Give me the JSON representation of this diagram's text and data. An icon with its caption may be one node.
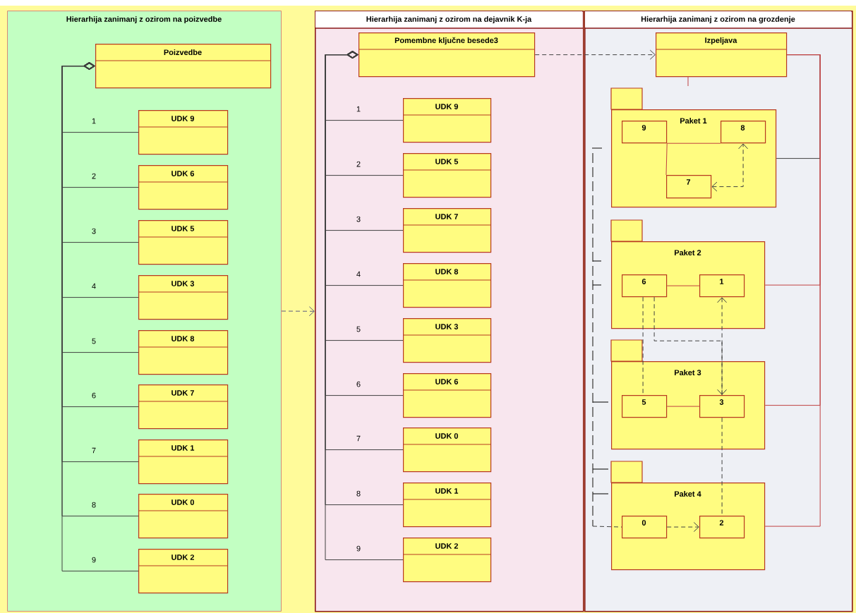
{
  "diagram": {
    "nodes": [
      {
        "text": [
          "Hierarhija zanimanj z ozirom na poizvedbe"
        ]
      },
      {
        "text": [
          "Poizvedbe"
        ],
        "in": 0
      },
      {
        "text": [
          "UDK 9"
        ],
        "in": 0
      },
      {
        "text": [
          "UDK 6"
        ],
        "in": 0
      },
      {
        "text": [
          "UDK 5"
        ],
        "in": 0
      },
      {
        "text": [
          "UDK 3"
        ],
        "in": 0
      },
      {
        "text": [
          "UDK 8"
        ],
        "in": 0
      },
      {
        "text": [
          "UDK 7"
        ],
        "in": 0
      },
      {
        "text": [
          "UDK 1"
        ],
        "in": 0
      },
      {
        "text": [
          "UDK 0"
        ],
        "in": 0
      },
      {
        "text": [
          "UDK 2"
        ],
        "in": 0
      },
      {
        "text": [
          "Hierarhija zanimanj z ozirom na dejavnik K-ja"
        ]
      },
      {
        "text": [
          "Pomembne ključne besede3"
        ],
        "in": 11
      },
      {
        "text": [
          "UDK 9"
        ],
        "in": 11
      },
      {
        "text": [
          "UDK 5"
        ],
        "in": 11
      },
      {
        "text": [
          "UDK 7"
        ],
        "in": 11
      },
      {
        "text": [
          "UDK 8"
        ],
        "in": 11
      },
      {
        "text": [
          "UDK 3"
        ],
        "in": 11
      },
      {
        "text": [
          "UDK 6"
        ],
        "in": 11
      },
      {
        "text": [
          "UDK 0"
        ],
        "in": 11
      },
      {
        "text": [
          "UDK 1"
        ],
        "in": 11
      },
      {
        "text": [
          "UDK 2"
        ],
        "in": 11
      },
      {
        "text": [
          "Hierarhija zanimanj z ozirom na grozdenje"
        ]
      },
      {
        "text": [
          "Izpeljava"
        ],
        "in": 22
      },
      {
        "text": [
          "Paket 1"
        ],
        "in": 22
      },
      {
        "text": [
          "9"
        ],
        "in": 24
      },
      {
        "text": [
          "8"
        ],
        "in": 24
      },
      {
        "text": [
          "7"
        ],
        "in": 24
      },
      {
        "text": [
          "Paket 2"
        ],
        "in": 22
      },
      {
        "text": [
          "6"
        ],
        "in": 28
      },
      {
        "text": [
          "1"
        ],
        "in": 28
      },
      {
        "text": [
          "Paket 3"
        ],
        "in": 22
      },
      {
        "text": [
          "5"
        ],
        "in": 31
      },
      {
        "text": [
          "3"
        ],
        "in": 31
      },
      {
        "text": [
          "Paket 4"
        ],
        "in": 22
      },
      {
        "text": [
          "0"
        ],
        "in": 34
      },
      {
        "text": [
          "2"
        ],
        "in": 34
      }
    ],
    "edges": [
      {
        "from": 1,
        "to": 2,
        "arrow": "other",
        "label": "1"
      },
      {
        "from": 1,
        "to": 3,
        "arrow": "other",
        "label": "2"
      },
      {
        "from": 1,
        "to": 4,
        "arrow": "other",
        "label": "3"
      },
      {
        "from": 1,
        "to": 5,
        "arrow": "other",
        "label": "4"
      },
      {
        "from": 1,
        "to": 6,
        "arrow": "other",
        "label": "5"
      },
      {
        "from": 1,
        "to": 7,
        "arrow": "other",
        "label": "6"
      },
      {
        "from": 1,
        "to": 8,
        "arrow": "other",
        "label": "7"
      },
      {
        "from": 1,
        "to": 9,
        "arrow": "other",
        "label": "8"
      },
      {
        "from": 1,
        "to": 10,
        "arrow": "other",
        "label": "9"
      },
      {
        "from": 12,
        "to": 13,
        "arrow": "other",
        "label": "1"
      },
      {
        "from": 12,
        "to": 14,
        "arrow": "other",
        "label": "2"
      },
      {
        "from": 12,
        "to": 15,
        "arrow": "other",
        "label": "3"
      },
      {
        "from": 12,
        "to": 16,
        "arrow": "other",
        "label": "4"
      },
      {
        "from": 12,
        "to": 17,
        "arrow": "other",
        "label": "5"
      },
      {
        "from": 12,
        "to": 18,
        "arrow": "other",
        "label": "6"
      },
      {
        "from": 12,
        "to": 19,
        "arrow": "other",
        "label": "7"
      },
      {
        "from": 12,
        "to": 20,
        "arrow": "other",
        "label": "8"
      },
      {
        "from": 12,
        "to": 21,
        "arrow": "other",
        "label": "9"
      },
      {
        "from": 0,
        "to": 11,
        "arrow": "to",
        "style": "dashed",
        "color": "#5a5a80"
      },
      {
        "from": 12,
        "to": 23,
        "arrow": "to",
        "style": "dashed"
      },
      {
        "from": 23,
        "to": 24,
        "arrow": "none"
      },
      {
        "from": 23,
        "to": 28,
        "arrow": "none",
        "color": "#c04040"
      },
      {
        "from": 23,
        "to": 31,
        "arrow": "none",
        "color": "#c04040"
      },
      {
        "from": 23,
        "to": 34,
        "arrow": "none",
        "color": "#c04040"
      },
      {
        "from": 25,
        "to": 26,
        "arrow": "none",
        "color": "#c04040"
      },
      {
        "from": 25,
        "to": 27,
        "arrow": "none",
        "color": "#c04040"
      },
      {
        "from": 27,
        "to": 26,
        "arrow": "both",
        "style": "dashed"
      },
      {
        "from": 29,
        "to": 30,
        "arrow": "none",
        "color": "#c04040"
      },
      {
        "from": 30,
        "to": 33,
        "arrow": "both",
        "style": "dashed"
      },
      {
        "from": 29,
        "to": 32,
        "arrow": "none",
        "style": "dashed"
      },
      {
        "from": 29,
        "to": 33,
        "arrow": "none",
        "style": "dashed"
      },
      {
        "from": 32,
        "to": 33,
        "arrow": "none",
        "color": "#c04040"
      },
      {
        "from": 33,
        "to": 36,
        "arrow": "none",
        "style": "dashed"
      },
      {
        "from": 35,
        "to": 36,
        "arrow": "to",
        "style": "dashed"
      },
      {
        "from": null,
        "to": 35,
        "arrow": "none",
        "style": "dashed"
      }
    ]
  }
}
